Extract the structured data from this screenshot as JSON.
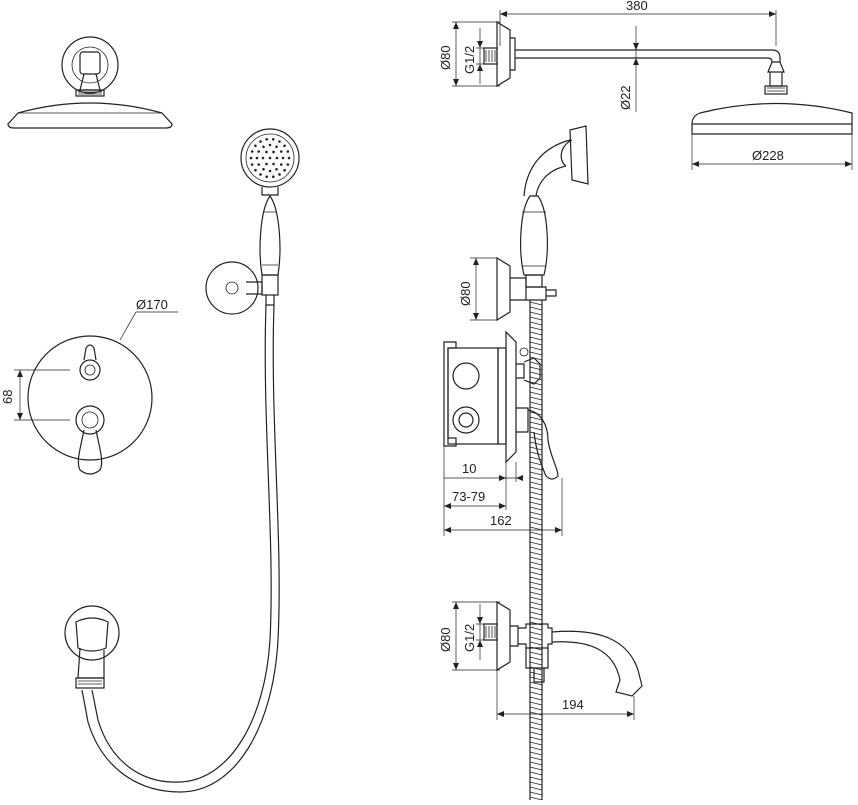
{
  "dimensions": {
    "arm_length": "380",
    "wall_flange_top_diameter": "Ø80",
    "thread_top": "G1/2",
    "arm_diameter": "Ø22",
    "head_diameter": "Ø228",
    "handset_flange_diameter": "Ø80",
    "mixer_plate_diameter": "Ø170",
    "handle_spacing": "68",
    "plate_offset": "10",
    "body_depth_range": "73-79",
    "total_depth": "162",
    "spout_flange_diameter": "Ø80",
    "thread_spout": "G1/2",
    "spout_projection": "194"
  }
}
